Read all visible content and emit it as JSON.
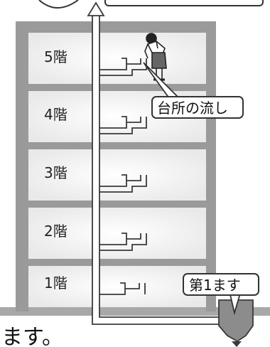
{
  "floors": [
    {
      "label": "5階"
    },
    {
      "label": "4階"
    },
    {
      "label": "3階"
    },
    {
      "label": "2階"
    },
    {
      "label": "1階"
    }
  ],
  "callouts": {
    "kitchen_sink": "台所の流し",
    "first_basin": "第1ます"
  },
  "bottom_text": "ます。",
  "colors": {
    "building_wall": "#9a9a9a",
    "floor_slab": "#9a9a9a",
    "pipe_outline": "#3a3a3a",
    "basin_fill": "#8c8c8c",
    "ground": "#a8a8a8"
  }
}
